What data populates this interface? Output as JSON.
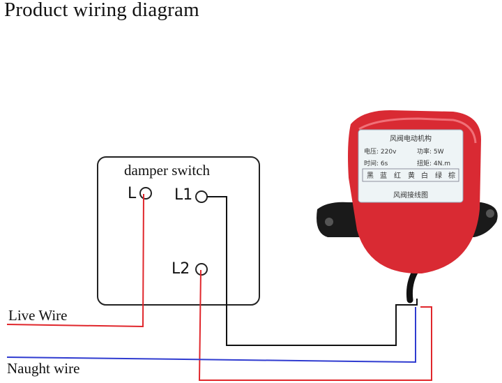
{
  "title": "Product wiring diagram",
  "switch": {
    "title": "damper switch",
    "terminals": {
      "L": "L",
      "L1": "L1",
      "L2": "L2"
    }
  },
  "wires": {
    "live_label": "Live Wire",
    "neutral_label": "Naught wire"
  },
  "actuator": {
    "plate_title": "风阀电动机构",
    "voltage_label": "电压: 220v",
    "power_label": "功率: 5W",
    "time_label": "时间: 6s",
    "torque_label": "扭矩: 4N.m",
    "wire_colors": [
      "黑",
      "蓝",
      "红",
      "黄",
      "白",
      "绿",
      "棕"
    ],
    "plate_footer": "风阀接线图"
  },
  "colors": {
    "live": "#e0262b",
    "neutral": "#2f3bd0",
    "control": "#111111",
    "actuator_body": "#d92a33"
  }
}
